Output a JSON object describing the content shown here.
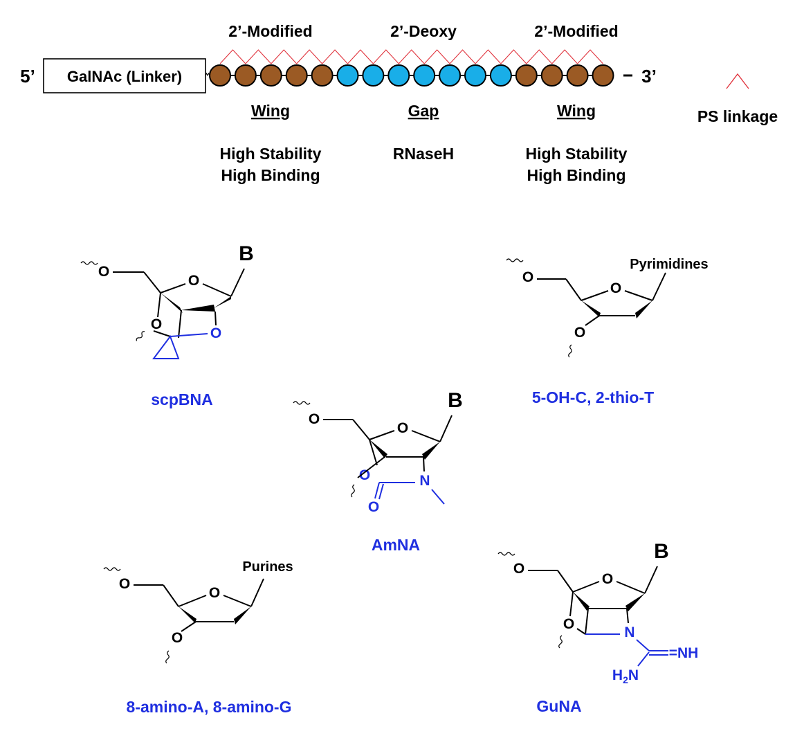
{
  "colors": {
    "wing_bead": "#9b5a24",
    "gap_bead": "#19aee8",
    "ps_linkage": "#e0303a",
    "modification": "#1f2fe0",
    "ink": "#000000"
  },
  "strand": {
    "prime5": "5’",
    "prime3": "3’",
    "conjugate": "GalNAc (Linker)",
    "headers": {
      "left": "2’-Modified",
      "middle": "2’-Deoxy",
      "right": "2’-Modified"
    },
    "regions": {
      "left": {
        "name": "Wing",
        "desc1": "High Stability",
        "desc2": "High Binding"
      },
      "middle": {
        "name": "Gap",
        "desc1": "RNaseH"
      },
      "right": {
        "name": "Wing",
        "desc1": "High Stability",
        "desc2": "High Binding"
      }
    },
    "beads": [
      "wing",
      "wing",
      "wing",
      "wing",
      "wing",
      "gap",
      "gap",
      "gap",
      "gap",
      "gap",
      "gap",
      "gap",
      "wing",
      "wing",
      "wing",
      "wing"
    ],
    "legend": "PS linkage"
  },
  "structures": {
    "scpbna": {
      "caption": "scpBNA",
      "base": "B",
      "o5": "O",
      "o_ring": "O",
      "o3": "O",
      "o_blue": "O"
    },
    "pyrimidines": {
      "caption": "5-OH-C, 2-thio-T",
      "base": "Pyrimidines",
      "o5": "O",
      "o_ring": "O",
      "o3": "O"
    },
    "amna": {
      "caption": "AmNA",
      "base": "B",
      "o5": "O",
      "o_ring": "O",
      "o_blue": "O",
      "n_blue": "N",
      "o_carbonyl": "O"
    },
    "purines": {
      "caption": "8-amino-A, 8-amino-G",
      "base": "Purines",
      "o5": "O",
      "o_ring": "O",
      "o3": "O"
    },
    "guna": {
      "caption": "GuNA",
      "base": "B",
      "o5": "O",
      "o_ring": "O",
      "o_bridge": "O",
      "n_ring": "N",
      "nh": "=NH",
      "h2n": "H",
      "h2n_sub": "2",
      "h2n_n": "N"
    }
  }
}
